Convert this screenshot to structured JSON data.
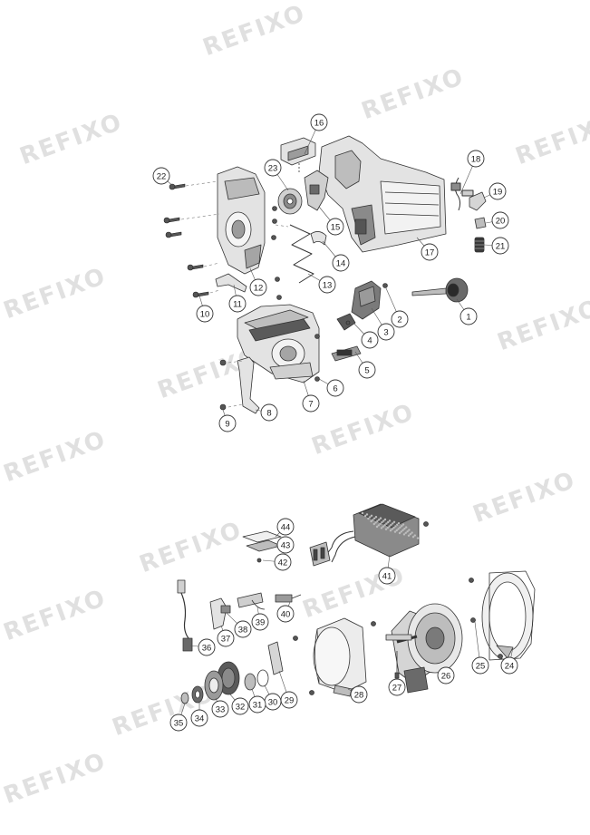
{
  "watermark_text": "REFIXO",
  "colors": {
    "line": "#333333",
    "fill": "#e3e3e3",
    "dark": "#6a6a6a",
    "bubble": "#ffffff",
    "watermark": "#c8c8c8"
  },
  "callouts": [
    {
      "n": "1"
    },
    {
      "n": "2"
    },
    {
      "n": "3"
    },
    {
      "n": "4"
    },
    {
      "n": "5"
    },
    {
      "n": "6"
    },
    {
      "n": "7"
    },
    {
      "n": "8"
    },
    {
      "n": "9"
    },
    {
      "n": "10"
    },
    {
      "n": "11"
    },
    {
      "n": "12"
    },
    {
      "n": "13"
    },
    {
      "n": "14"
    },
    {
      "n": "15"
    },
    {
      "n": "16"
    },
    {
      "n": "17"
    },
    {
      "n": "18"
    },
    {
      "n": "19"
    },
    {
      "n": "20"
    },
    {
      "n": "21"
    },
    {
      "n": "22"
    },
    {
      "n": "23"
    },
    {
      "n": "24"
    },
    {
      "n": "25"
    },
    {
      "n": "26"
    },
    {
      "n": "27"
    },
    {
      "n": "28"
    },
    {
      "n": "29"
    },
    {
      "n": "30"
    },
    {
      "n": "31"
    },
    {
      "n": "32"
    },
    {
      "n": "33"
    },
    {
      "n": "34"
    },
    {
      "n": "35"
    },
    {
      "n": "36"
    },
    {
      "n": "37"
    },
    {
      "n": "38"
    },
    {
      "n": "39"
    },
    {
      "n": "40"
    },
    {
      "n": "41"
    },
    {
      "n": "42"
    },
    {
      "n": "43"
    },
    {
      "n": "44"
    }
  ]
}
